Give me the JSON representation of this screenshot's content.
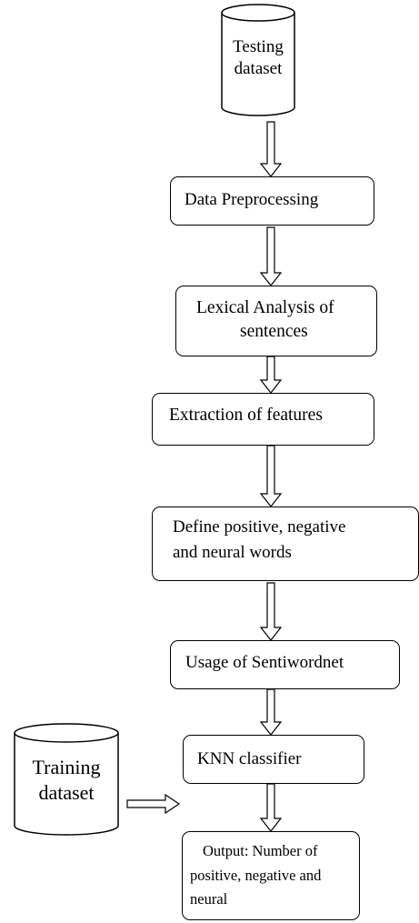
{
  "nodes": {
    "testing_dataset": {
      "line1": "Testing",
      "line2": "dataset"
    },
    "data_preprocessing": "Data Preprocessing",
    "lexical_analysis": {
      "line1": "Lexical Analysis of",
      "line2": "sentences"
    },
    "extraction": "Extraction of features",
    "define_words": {
      "line1": "Define positive, negative",
      "line2": "and neural words"
    },
    "sentiwordnet": "Usage of Sentiwordnet",
    "training_dataset": {
      "line1": "Training",
      "line2": "dataset"
    },
    "knn": "KNN classifier",
    "output": {
      "line1": "Output: Number of",
      "line2": "positive, negative and",
      "line3": "neural"
    }
  }
}
